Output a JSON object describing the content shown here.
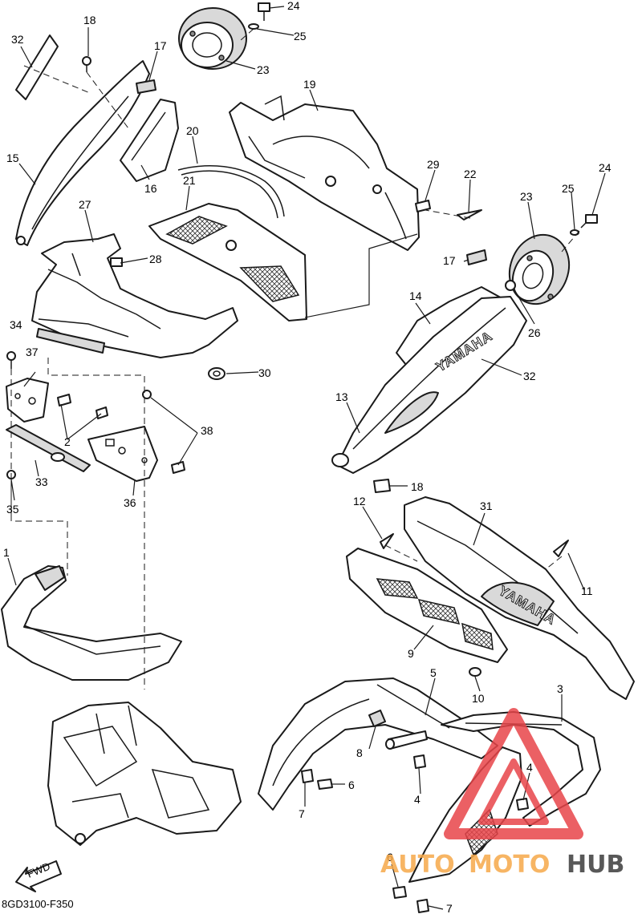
{
  "diagram_code": "8GD3100-F350",
  "fwd_label": "FWD",
  "brand_mark_main": "YAMAHA",
  "brand_mark_rear": "YAMAHA",
  "watermark": {
    "word_a": "AUTO",
    "word_b": "MOTO",
    "word_c": "HUB",
    "color_a": "#f6a94a",
    "color_c": "#3b3b3b",
    "triangle_color": "#e8454a"
  },
  "callouts": {
    "c1": "1",
    "c2": "2",
    "c3": "3",
    "c4a": "4",
    "c4b": "4",
    "c5": "5",
    "c6a": "6",
    "c6b": "6",
    "c7a": "7",
    "c7b": "7",
    "c8": "8",
    "c9": "9",
    "c10": "10",
    "c11": "11",
    "c12": "12",
    "c13": "13",
    "c14": "14",
    "c15": "15",
    "c16": "16",
    "c17a": "17",
    "c17b": "17",
    "c18a": "18",
    "c18b": "18",
    "c19": "19",
    "c20": "20",
    "c21": "21",
    "c22": "22",
    "c23a": "23",
    "c23b": "23",
    "c24a": "24",
    "c24b": "24",
    "c25a": "25",
    "c25b": "25",
    "c26": "26",
    "c27": "27",
    "c28": "28",
    "c29": "29",
    "c30": "30",
    "c31": "31",
    "c32a": "32",
    "c32b": "32",
    "c33": "33",
    "c34": "34",
    "c35": "35",
    "c36": "36",
    "c37": "37",
    "c38": "38"
  }
}
